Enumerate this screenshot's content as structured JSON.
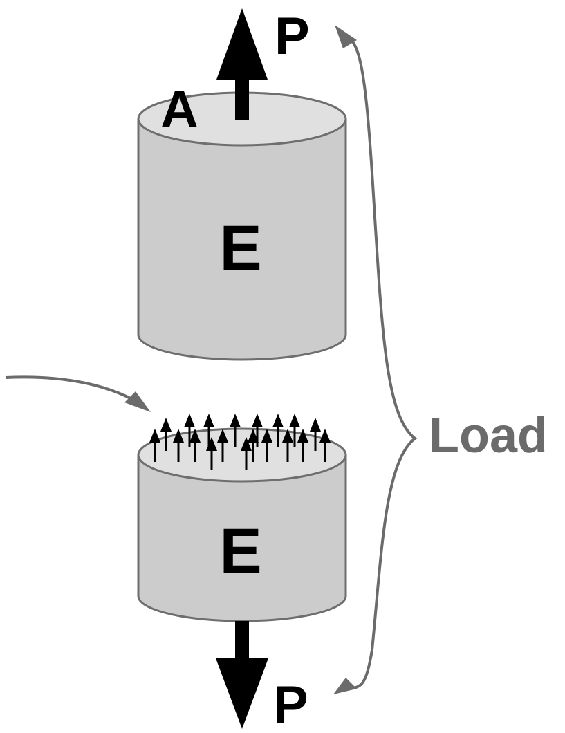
{
  "labels": {
    "top_force": "P",
    "bottom_force": "P",
    "area": "A",
    "top_modulus": "E",
    "bottom_modulus": "E",
    "load": "Load"
  },
  "colors": {
    "cylinder_side": "#cccccc",
    "cylinder_top": "#e0e0e0",
    "outline": "#6e6e6e",
    "arrow": "#000000",
    "load_label": "#6b6b6b",
    "bracket": "#6b6b6b"
  }
}
